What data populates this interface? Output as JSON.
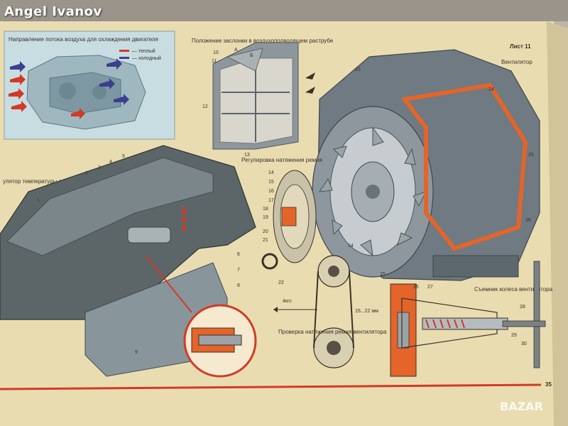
{
  "watermark": {
    "top_left": "Angel Ivanov",
    "bottom_right": "BAZAR"
  },
  "sheet": {
    "title": "Лист 11",
    "page_number": "35"
  },
  "captions": {
    "airflow": "Направление потока воздуха для охлаждения двигателя",
    "airflow_legend_hot": "— теплый",
    "airflow_legend_cold": "— холодный",
    "damper": "Положение заслонки в воздухоподводящем раструбе",
    "fan": "Вентилятор",
    "thermostat": "улятор температуры двигателя",
    "belt_tension": "Регулировка натяжения ремня",
    "belt_check": "Проверка натяжения ремня вентилятора",
    "puller": "Съемник колеса вентилятора",
    "force": "4кгс",
    "deflection": "15...22 мм"
  },
  "callouts": {
    "damper": [
      "10",
      "11",
      "А",
      "Б",
      "12",
      "13"
    ],
    "fan": [
      "23",
      "24",
      "25",
      "26",
      "14",
      "15"
    ],
    "pulley": [
      "14",
      "15",
      "16",
      "17",
      "18",
      "19",
      "20",
      "21",
      "22"
    ],
    "thermostat": [
      "1",
      "2",
      "3",
      "4",
      "5",
      "6",
      "7",
      "8",
      "9"
    ],
    "puller": [
      "25",
      "27",
      "28",
      "29",
      "30"
    ]
  },
  "colors": {
    "paper": "#e9dcb0",
    "accent_red": "#d23a26",
    "cutaway_orange": "#e4642a",
    "metal": "#6f7a82",
    "inset_blue": "#bcd6dd"
  }
}
